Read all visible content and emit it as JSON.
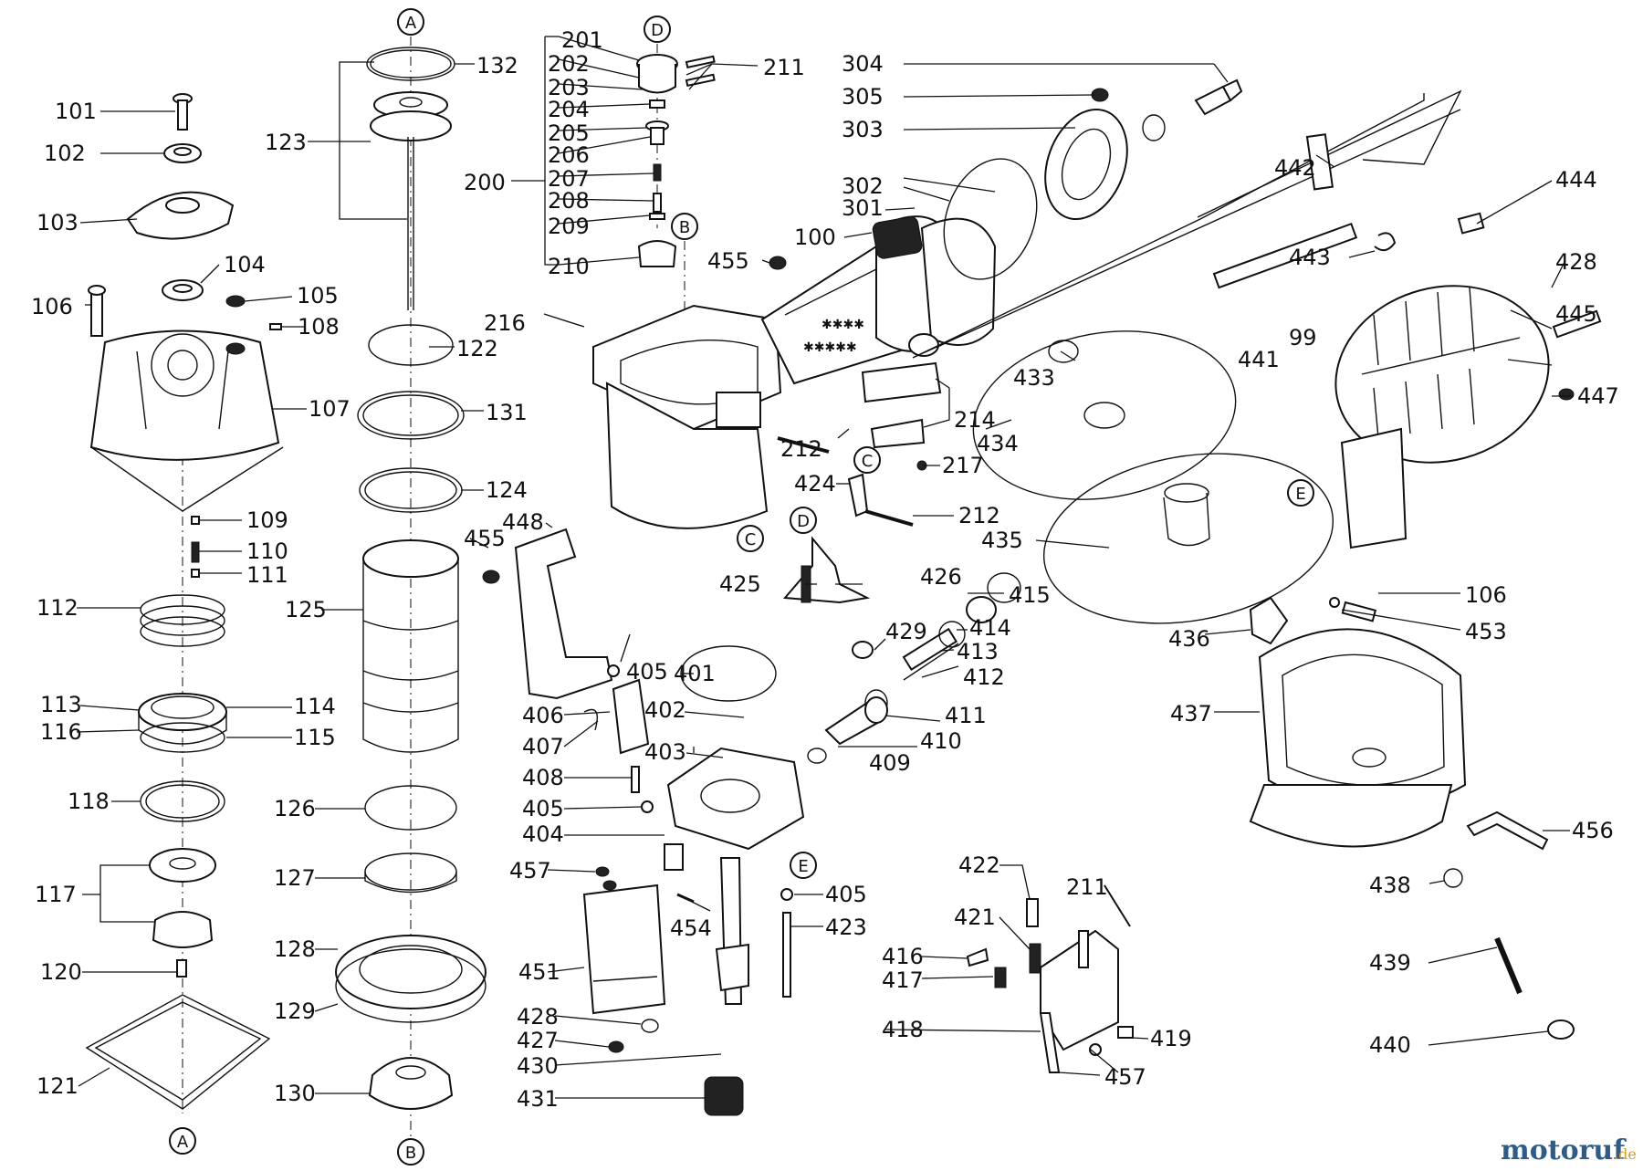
{
  "diagram": {
    "reference_bubbles": [
      "A",
      "B",
      "C",
      "D",
      "E"
    ],
    "labels": {
      "p99": "99",
      "p100": "100",
      "p101": "101",
      "p102": "102",
      "p103": "103",
      "p104": "104",
      "p105": "105",
      "p106": "106",
      "p107": "107",
      "p108": "108",
      "p109": "109",
      "p110": "110",
      "p111": "111",
      "p112": "112",
      "p113": "113",
      "p114": "114",
      "p115": "115",
      "p116": "116",
      "p117": "117",
      "p118": "118",
      "p120": "120",
      "p121": "121",
      "p122": "122",
      "p123": "123",
      "p124": "124",
      "p125": "125",
      "p126": "126",
      "p127": "127",
      "p128": "128",
      "p129": "129",
      "p130": "130",
      "p131": "131",
      "p132": "132",
      "p200": "200",
      "p201": "201",
      "p202": "202",
      "p203": "203",
      "p204": "204",
      "p205": "205",
      "p206": "206",
      "p207": "207",
      "p208": "208",
      "p209": "209",
      "p210": "210",
      "p211": "211",
      "p212": "212",
      "p214": "214",
      "p216": "216",
      "p217": "217",
      "p301": "301",
      "p302": "302",
      "p303": "303",
      "p304": "304",
      "p305": "305",
      "p401": "401",
      "p402": "402",
      "p403": "403",
      "p404": "404",
      "p405": "405",
      "p406": "406",
      "p407": "407",
      "p408": "408",
      "p409": "409",
      "p410": "410",
      "p411": "411",
      "p412": "412",
      "p413": "413",
      "p414": "414",
      "p415": "415",
      "p416": "416",
      "p417": "417",
      "p418": "418",
      "p419": "419",
      "p421": "421",
      "p422": "422",
      "p423": "423",
      "p424": "424",
      "p425": "425",
      "p426": "426",
      "p427": "427",
      "p428": "428",
      "p429": "429",
      "p430": "430",
      "p431": "431",
      "p433": "433",
      "p434": "434",
      "p435": "435",
      "p436": "436",
      "p437": "437",
      "p438": "438",
      "p439": "439",
      "p440": "440",
      "p441": "441",
      "p442": "442",
      "p443": "443",
      "p444": "444",
      "p445": "445",
      "p447": "447",
      "p448": "448",
      "p451": "451",
      "p453": "453",
      "p454": "454",
      "p455": "455",
      "p456": "456",
      "p457": "457"
    }
  },
  "watermark": {
    "brand": "motoruf",
    "suffix": ".de",
    "colors": {
      "primary": "#2e5c8a",
      "accent": "#d89a1e"
    }
  }
}
